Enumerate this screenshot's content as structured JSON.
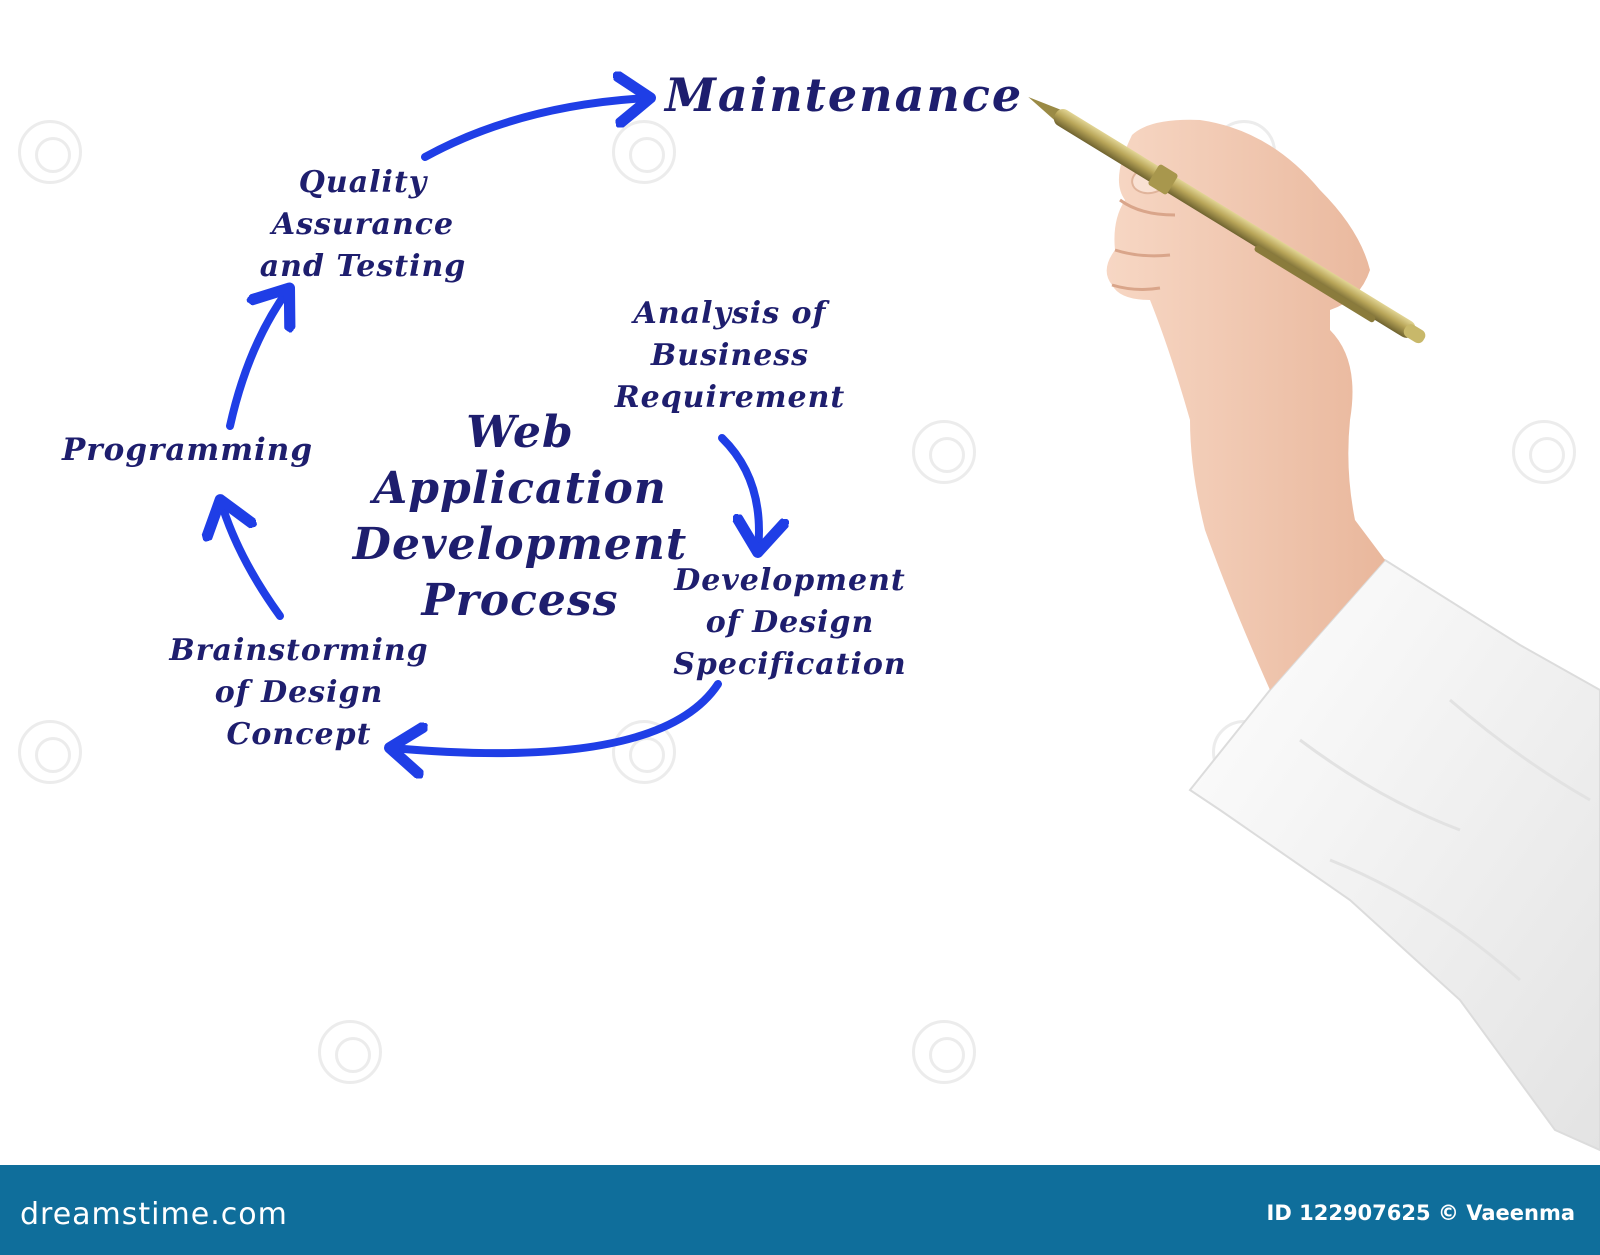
{
  "diagram": {
    "title_lines": [
      "Web",
      "Application",
      "Development",
      "Process"
    ],
    "nodes": {
      "maintenance": [
        "Maintenance"
      ],
      "quality_assurance": [
        "Quality",
        "Assurance",
        "and Testing"
      ],
      "analysis": [
        "Analysis of",
        "Business",
        "Requirement"
      ],
      "design_spec": [
        "Development",
        "of Design",
        "Specification"
      ],
      "brainstorming": [
        "Brainstorming",
        "of Design",
        "Concept"
      ],
      "programming": [
        "Programming"
      ]
    },
    "text_color": "#1e1e6e",
    "arrow_color": "#1f3ee6"
  },
  "footer": {
    "brand": "dreamstime.com",
    "credit": "ID 122907625 © Vaeenma",
    "background": "#0f6e9b"
  },
  "photo": {
    "subject": "hand holding pen",
    "pen_color": "#b9a659",
    "skin_color": "#f2c9b2",
    "sleeve_color": "#f4f4f4"
  }
}
